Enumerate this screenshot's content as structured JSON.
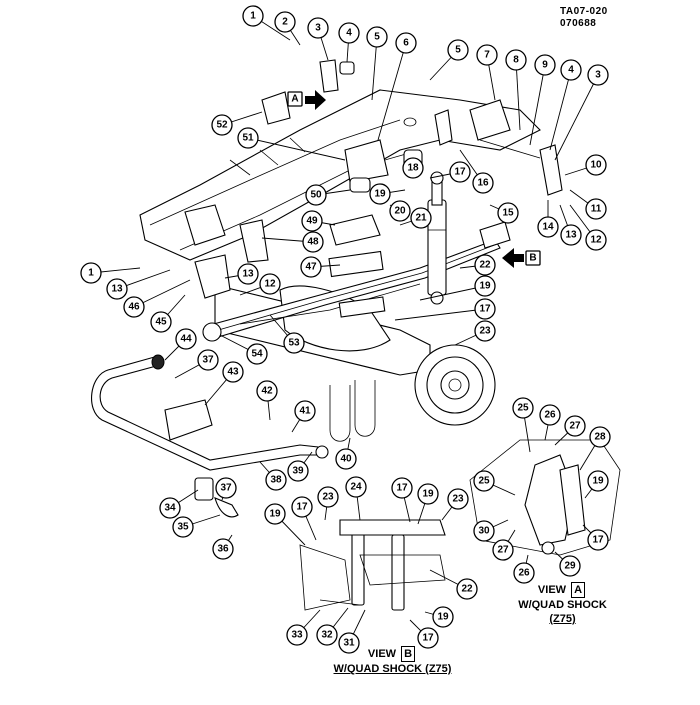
{
  "header": {
    "ref_line1": "TA07-020",
    "ref_line2": "070688"
  },
  "view_markers": {
    "a": "A",
    "b": "B"
  },
  "captions": {
    "view_a": {
      "prefix": "VIEW",
      "letter": "A",
      "line2": "W/QUAD SHOCK",
      "line3": "(Z75)"
    },
    "view_b": {
      "prefix": "VIEW",
      "letter": "B",
      "line2": "W/QUAD SHOCK (Z75)"
    }
  },
  "callouts": [
    "1",
    "2",
    "3",
    "4",
    "5",
    "6",
    "5",
    "7",
    "8",
    "9",
    "4",
    "3",
    "52",
    "51",
    "18",
    "17",
    "16",
    "10",
    "11",
    "12",
    "13",
    "14",
    "50",
    "19",
    "20",
    "21",
    "15",
    "49",
    "48",
    "1",
    "13",
    "46",
    "45",
    "13",
    "12",
    "47",
    "22",
    "19",
    "17",
    "23",
    "54",
    "53",
    "44",
    "37",
    "43",
    "42",
    "41",
    "39",
    "38",
    "40",
    "25",
    "26",
    "27",
    "28",
    "19",
    "25",
    "30",
    "27",
    "26",
    "29",
    "17",
    "34",
    "37",
    "35",
    "36",
    "19",
    "17",
    "23",
    "24",
    "17",
    "19",
    "23",
    "22",
    "33",
    "32",
    "31",
    "19",
    "17"
  ]
}
